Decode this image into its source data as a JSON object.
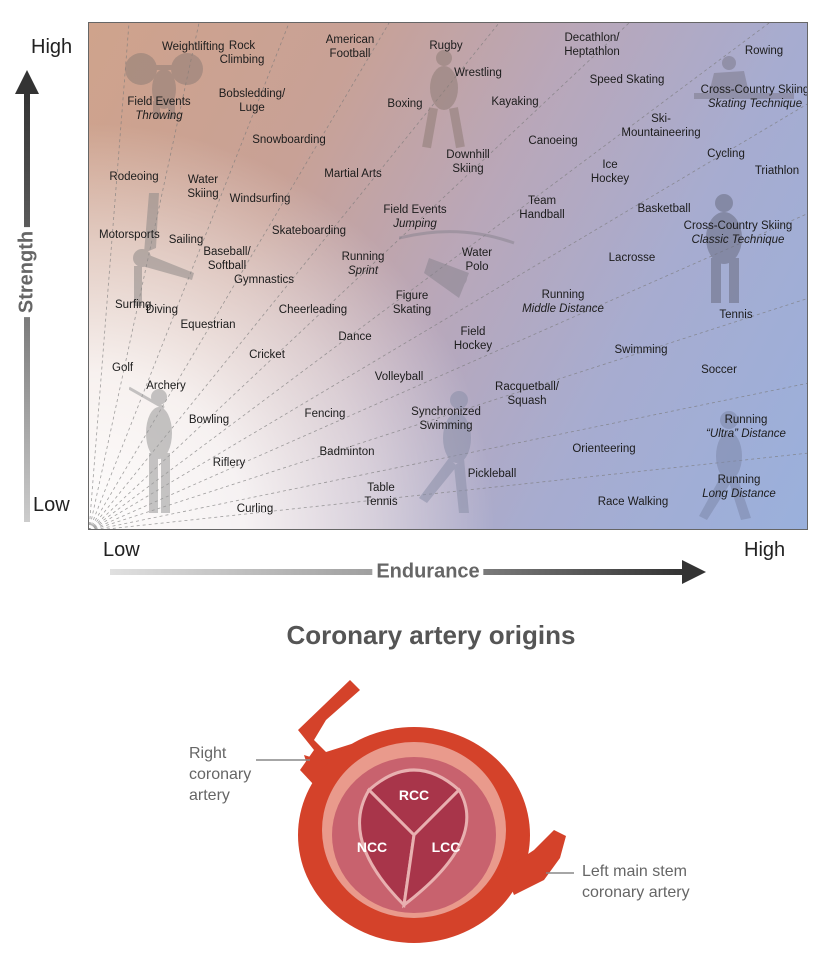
{
  "chart": {
    "y_axis": {
      "title": "Strength",
      "high": "High",
      "low": "Low"
    },
    "x_axis": {
      "title": "Endurance",
      "low": "Low",
      "high": "High"
    },
    "sports": [
      {
        "name": "Weightlifting"
      },
      {
        "name": "Rock\nClimbing"
      },
      {
        "name": "American\nFootball"
      },
      {
        "name": "Rugby"
      },
      {
        "name": "Decathlon/\nHeptathlon"
      },
      {
        "name": "Rowing"
      },
      {
        "name": "Wrestling"
      },
      {
        "name": "Speed Skating"
      },
      {
        "name": "Cross-Country Skiing",
        "detail": "Skating Technique"
      },
      {
        "name": "Field Events",
        "detail": "Throwing"
      },
      {
        "name": "Bobsledding/\nLuge"
      },
      {
        "name": "Boxing"
      },
      {
        "name": "Kayaking"
      },
      {
        "name": "Ski-\nMountaineering"
      },
      {
        "name": "Snowboarding"
      },
      {
        "name": "Canoeing"
      },
      {
        "name": "Downhill\nSkiing"
      },
      {
        "name": "Cycling"
      },
      {
        "name": "Ice\nHockey"
      },
      {
        "name": "Triathlon"
      },
      {
        "name": "Rodeoing"
      },
      {
        "name": "Water\nSkiing"
      },
      {
        "name": "Martial Arts"
      },
      {
        "name": "Windsurfing"
      },
      {
        "name": "Team\nHandball"
      },
      {
        "name": "Basketball"
      },
      {
        "name": "Field Events",
        "detail": "Jumping"
      },
      {
        "name": "Cross-Country Skiing",
        "detail": "Classic Technique"
      },
      {
        "name": "Motorsports"
      },
      {
        "name": "Sailing"
      },
      {
        "name": "Skateboarding"
      },
      {
        "name": "Baseball/\nSoftball"
      },
      {
        "name": "Running",
        "detail": "Sprint"
      },
      {
        "name": "Water\nPolo"
      },
      {
        "name": "Lacrosse"
      },
      {
        "name": "Gymnastics"
      },
      {
        "name": "Figure\nSkating"
      },
      {
        "name": "Running",
        "detail": "Middle Distance"
      },
      {
        "name": "Surfing"
      },
      {
        "name": "Diving"
      },
      {
        "name": "Cheerleading"
      },
      {
        "name": "Tennis"
      },
      {
        "name": "Equestrian"
      },
      {
        "name": "Field\nHockey"
      },
      {
        "name": "Dance"
      },
      {
        "name": "Swimming"
      },
      {
        "name": "Cricket"
      },
      {
        "name": "Golf"
      },
      {
        "name": "Volleyball"
      },
      {
        "name": "Soccer"
      },
      {
        "name": "Archery"
      },
      {
        "name": "Racquetball/\nSquash"
      },
      {
        "name": "Bowling"
      },
      {
        "name": "Fencing"
      },
      {
        "name": "Synchronized\nSwimming"
      },
      {
        "name": "Running",
        "detail": "“Ultra” Distance"
      },
      {
        "name": "Orienteering"
      },
      {
        "name": "Badminton"
      },
      {
        "name": "Riflery"
      },
      {
        "name": "Pickleball"
      },
      {
        "name": "Running",
        "detail": "Long Distance"
      },
      {
        "name": "Table\nTennis"
      },
      {
        "name": "Race Walking"
      },
      {
        "name": "Curling"
      }
    ],
    "colors": {
      "warm": "#cfa38c",
      "cool": "#9ab0dc",
      "text": "#1c1c1c"
    }
  },
  "coronary": {
    "title": "Coronary artery origins",
    "labels": {
      "right_coronary": "Right\ncoronary\nartery",
      "left_main": "Left main stem\ncoronary artery",
      "rcc": "RCC",
      "ncc": "NCC",
      "lcc": "LCC"
    },
    "colors": {
      "vessel": "#d4422a",
      "wall": "#e99a8c",
      "cusp": "#a8354a"
    }
  }
}
